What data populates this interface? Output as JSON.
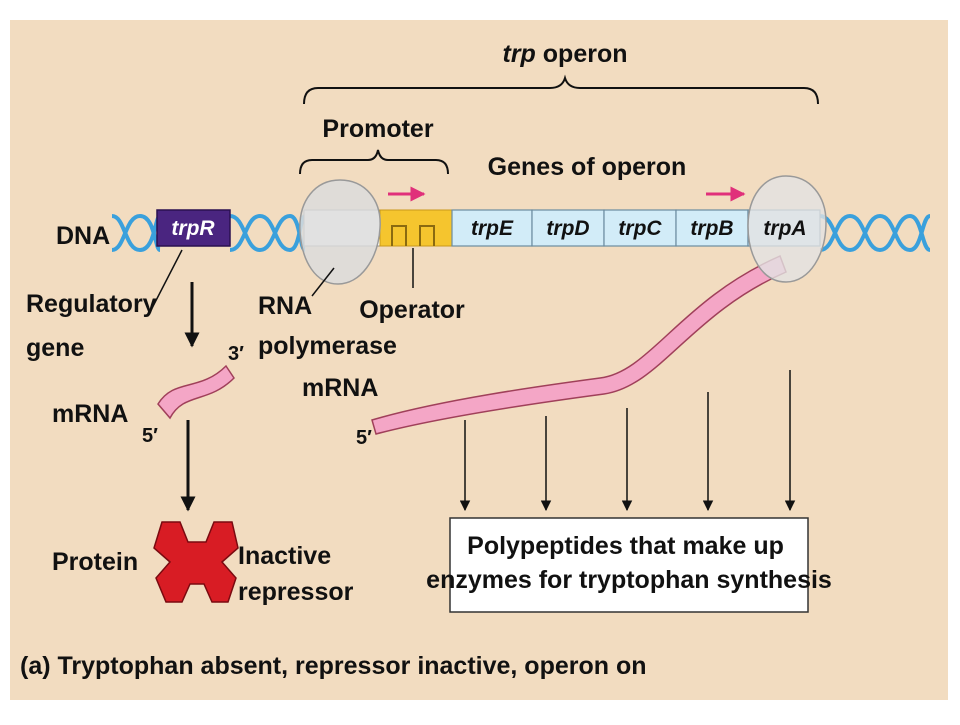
{
  "title": {
    "italic": "trp",
    "rest": " operon"
  },
  "promoter_label": "Promoter",
  "genes_label": "Genes of operon",
  "dna_label": "DNA",
  "trpR_label": "trpR",
  "operon_genes": [
    "trpE",
    "trpD",
    "trpC",
    "trpB",
    "trpA"
  ],
  "regulatory_gene_label": [
    "Regulatory",
    "gene"
  ],
  "rna_polymerase_label": [
    "RNA",
    "polymerase"
  ],
  "operator_label": "Operator",
  "mrna_left_label": "mRNA",
  "mrna_right_label": "mRNA",
  "five_prime": "5′",
  "three_prime": "3′",
  "protein_label": "Protein",
  "inactive_repressor_label": [
    "Inactive",
    "repressor"
  ],
  "polypeptides_label": [
    "Polypeptides that make up",
    "enzymes for tryptophan synthesis"
  ],
  "caption": "(a) Tryptophan absent, repressor inactive, operon on",
  "colors": {
    "background": "#f2dcc0",
    "dna_helix": "#3aa0dc",
    "trpR_fill": "#4a2580",
    "gene_fill": "#d2ecf8",
    "operator_fill": "#f5c52e",
    "mrna_fill": "#f4a6c6",
    "repressor_fill": "#d81c24",
    "transcription_arrow": "#e0307a"
  }
}
